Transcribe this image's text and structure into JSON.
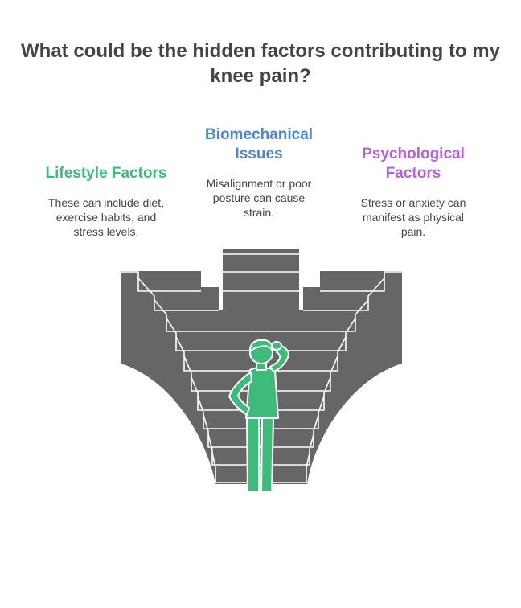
{
  "title": {
    "line1": "What could be the hidden factors contributing to my",
    "line2": "knee pain?"
  },
  "colors": {
    "lifestyle": "#3ebb7a",
    "biomechanical": "#4b86d6",
    "psychological": "#b660d9",
    "stairs": "#666666",
    "figure": "#3dbb7b"
  },
  "factors": {
    "lifestyle": {
      "title": "Lifestyle Factors",
      "desc_lines": [
        "These can include diet,",
        "exercise habits, and",
        "stress levels."
      ]
    },
    "biomechanical": {
      "title_lines": [
        "Biomechanical",
        "Issues"
      ],
      "desc_lines": [
        "Misalignment or poor",
        "posture can cause",
        "strain."
      ]
    },
    "psychological": {
      "title_lines": [
        "Psychological",
        "Factors"
      ],
      "desc_lines": [
        "Stress or anxiety can",
        "manifest as physical",
        "pain."
      ]
    }
  },
  "illustration": {
    "scene": "stepped-staircase-icon",
    "figure": "thinking-person-icon"
  }
}
